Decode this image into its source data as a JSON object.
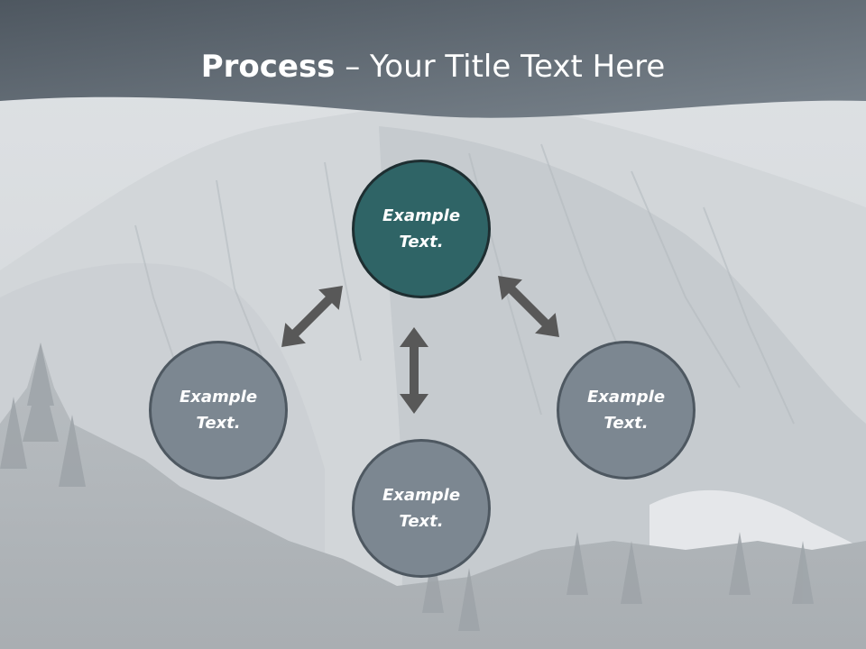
{
  "slide": {
    "title_bold": "Process",
    "title_rest": " – Your Title Text Here"
  },
  "diagram": {
    "center_node": {
      "text": "Example\nText."
    },
    "left_node": {
      "text": "Example\nText."
    },
    "right_node": {
      "text": "Example\nText."
    },
    "bottom_node": {
      "text": "Example\nText."
    }
  },
  "colors": {
    "header_band": "#5f6972",
    "center_fill": "#2f6466",
    "outer_fill": "#7c8791",
    "arrow": "#585858"
  }
}
